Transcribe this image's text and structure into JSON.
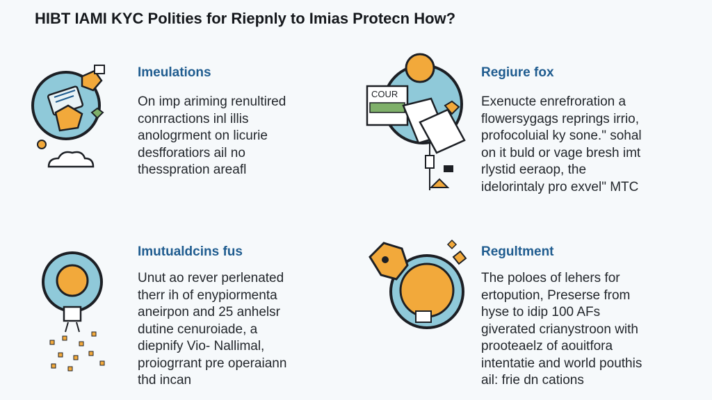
{
  "page": {
    "title": "HIBT IAMI KYC Polities for Riepnly to Imias Protecn How?"
  },
  "colors": {
    "heading_blue": "#1f5c8f",
    "accent_orange": "#f2a93b",
    "circle_teal": "#8fc9d9",
    "ink": "#1c1f24"
  },
  "sections": [
    {
      "title": "Imeulations",
      "icon": "hand-laptop-icon",
      "lines": [
        "On imp ariming renultired",
        "conrractions inl illis",
        "anologrment on licurie",
        "desfforatiors ail no",
        "thesspration areafl"
      ]
    },
    {
      "title": "Regiure fox",
      "icon": "bitcoin-documents-icon",
      "sign_label": "COUR",
      "lines": [
        "Exenucte enrefroration a",
        "flowersygags reprings irrio,",
        "profocoluial ky sone.\" sohal",
        "on it buld or vage bresh imt",
        "rlystid eeraop, the",
        "idelorintaly pro exvel\" MTC"
      ]
    },
    {
      "title": "Imutualdcins fus",
      "icon": "bitcoin-bulb-icon",
      "lines": [
        "Unut ao rever perlenated",
        "therr ih of enypiormenta",
        "aneirpon and 25 anhelsr",
        "dutine cenuroiade, a",
        "diepnify Vio- Nallimal,",
        "proiogrrant pre operaiann",
        "thd incan"
      ]
    },
    {
      "title": "Regultment",
      "icon": "magnifier-coin-icon",
      "lines": [
        "The poloes of lehers for",
        "ertopution, Preserse from",
        "hyse to idip 100 AFs",
        "giverated crianystroon with",
        "prooteaelz of aouitfora",
        "intentatie and world pouthis",
        "ail: frie dn cations"
      ]
    }
  ]
}
